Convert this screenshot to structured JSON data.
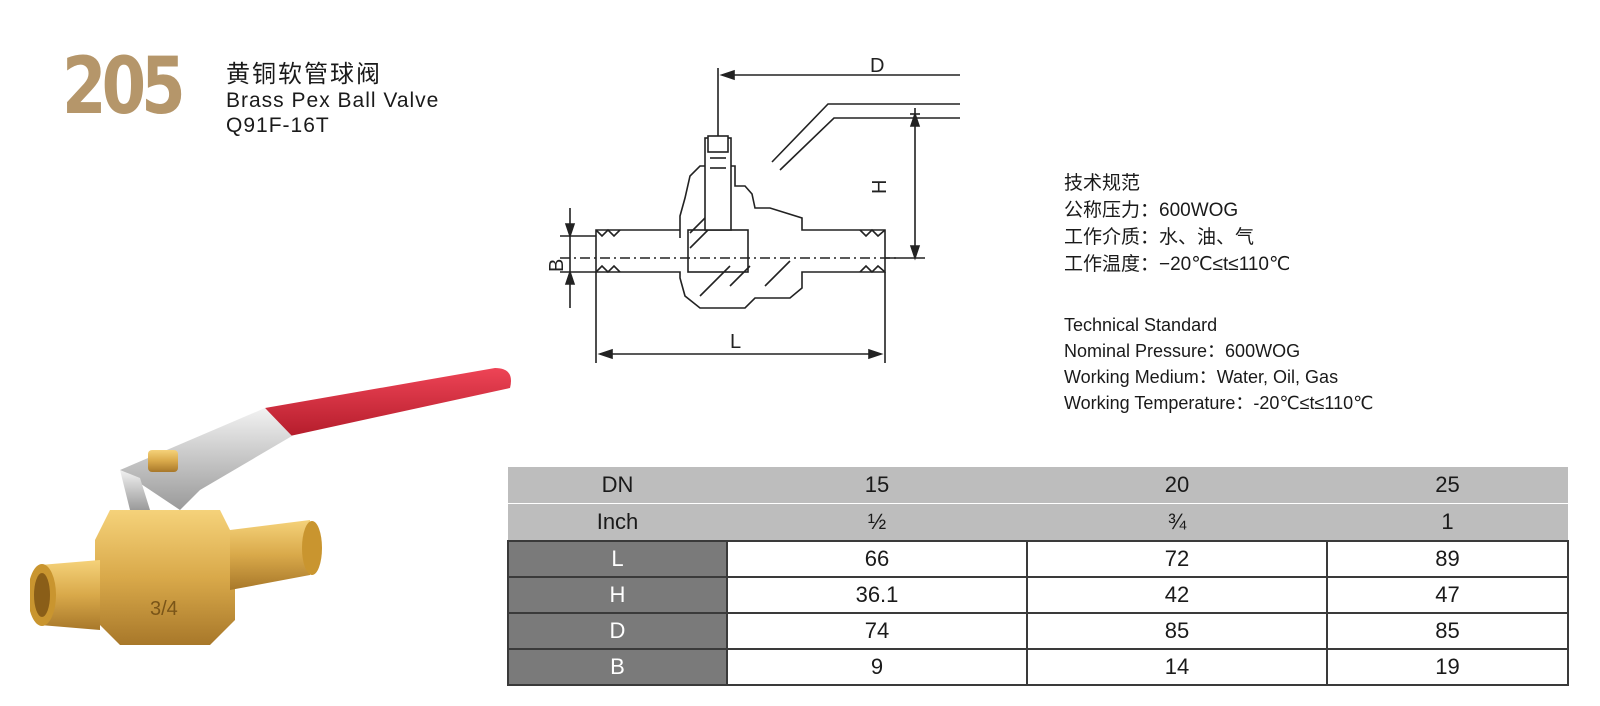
{
  "product": {
    "number": "205",
    "title_cn": "黄铜软管球阀",
    "title_en": "Brass Pex Ball Valve",
    "model": "Q91F-16T"
  },
  "drawing_labels": {
    "D": "D",
    "H": "H",
    "B": "B",
    "L": "L"
  },
  "photo_marking": "3/4",
  "spec_cn": {
    "heading": "技术规范",
    "pressure": "公称压力：600WOG",
    "medium": "工作介质：水、油、气",
    "temperature": "工作温度：−20℃≤t≤110℃"
  },
  "spec_en": {
    "heading": "Technical Standard",
    "pressure": "Nominal Pressure：600WOG",
    "medium": "Working Medium：Water, Oil, Gas",
    "temperature": "Working Temperature：-20℃≤t≤110℃"
  },
  "table": {
    "header_rows": [
      {
        "label": "DN",
        "values": [
          "15",
          "20",
          "25"
        ]
      },
      {
        "label": "Inch",
        "values": [
          "½",
          "¾",
          "1"
        ]
      }
    ],
    "rows": [
      {
        "label": "L",
        "values": [
          "66",
          "72",
          "89"
        ]
      },
      {
        "label": "H",
        "values": [
          "36.1",
          "42",
          "47"
        ]
      },
      {
        "label": "D",
        "values": [
          "74",
          "85",
          "85"
        ]
      },
      {
        "label": "B",
        "values": [
          "9",
          "14",
          "19"
        ]
      }
    ]
  },
  "colors": {
    "brand_number": "#b5966a",
    "header_gray": "#bdbdbd",
    "row_label_gray": "#7a7a7a",
    "handle_red": "#d8283a",
    "brass": "#d9a94a"
  }
}
